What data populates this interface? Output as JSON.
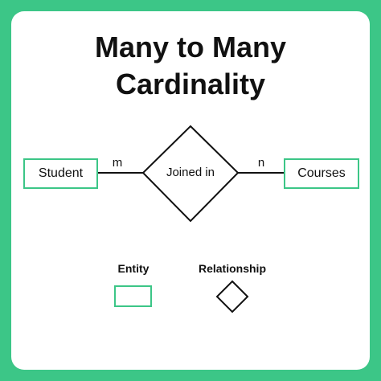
{
  "title": {
    "line1": "Many to Many",
    "line2": "Cardinality"
  },
  "diagram": {
    "left_entity": "Student",
    "relationship": "Joined in",
    "right_entity": "Courses",
    "left_cardinality": "m",
    "right_cardinality": "n"
  },
  "legend": {
    "entity_label": "Entity",
    "relationship_label": "Relationship"
  },
  "colors": {
    "accent": "#3cc687",
    "stroke": "#111111",
    "background": "#ffffff"
  }
}
